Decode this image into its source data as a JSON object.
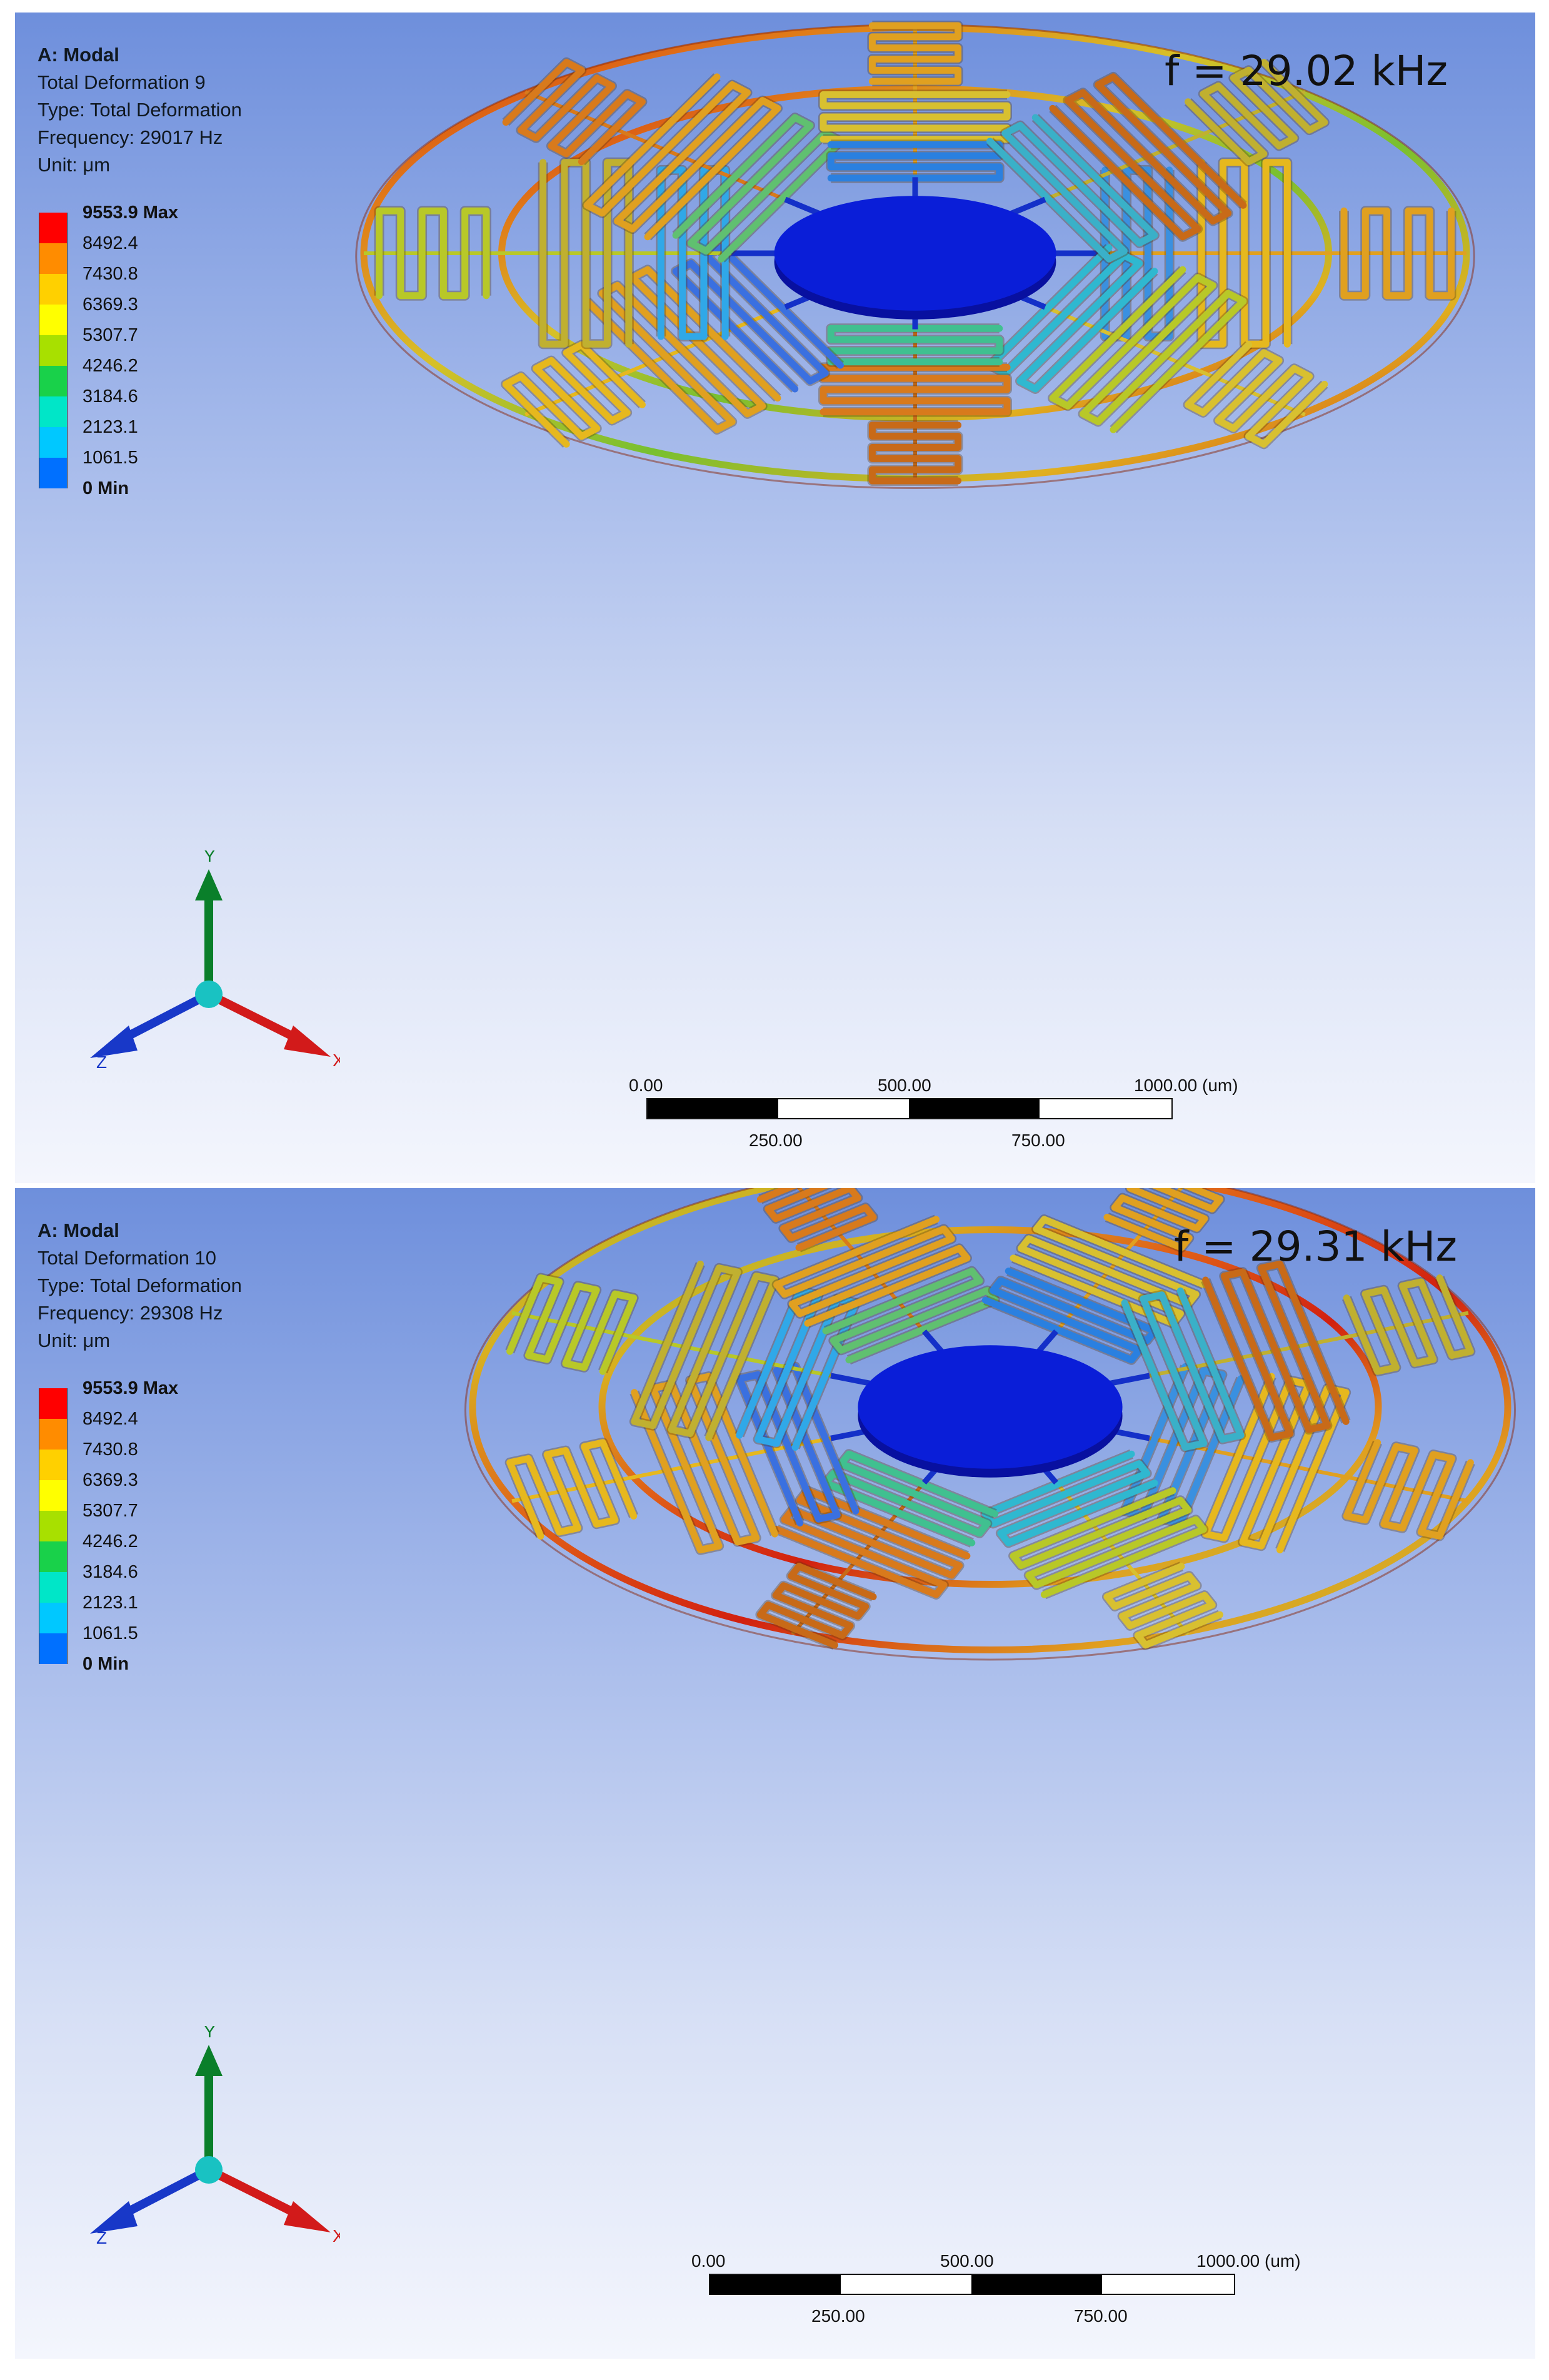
{
  "panels": [
    {
      "id": "mode-9",
      "header": {
        "title": "A: Modal",
        "result": "Total Deformation 9",
        "type": "Type: Total Deformation",
        "frequency": "Frequency: 29017 Hz",
        "unit": "Unit: μm"
      },
      "frequency_label": "f = 29.02 kHz"
    },
    {
      "id": "mode-10",
      "header": {
        "title": "A: Modal",
        "result": "Total Deformation 10",
        "type": "Type: Total Deformation",
        "frequency": "Frequency: 29308 Hz",
        "unit": "Unit: μm"
      },
      "frequency_label": "f = 29.31 kHz"
    }
  ],
  "legend": {
    "labels": [
      "9553.9 Max",
      "8492.4",
      "7430.8",
      "6369.3",
      "5307.7",
      "4246.2",
      "3184.6",
      "2123.1",
      "1061.5",
      "0 Min"
    ],
    "colors": [
      "#ff0000",
      "#ff8c00",
      "#ffd000",
      "#ffff00",
      "#a8e000",
      "#19d14a",
      "#00e6c8",
      "#00c8ff",
      "#0070ff",
      "#0000ff"
    ]
  },
  "triad": {
    "y": "Y",
    "x": "X",
    "z": "Z",
    "colors": {
      "y": "#0a7f2a",
      "x": "#d21a1a",
      "z": "#1838c8",
      "origin": "#19c2c2"
    }
  },
  "scale_bar": {
    "top_labels": [
      "0.00",
      "500.00",
      "1000.00 (um)"
    ],
    "bottom_labels": [
      "250.00",
      "750.00"
    ]
  },
  "colors": {
    "background_top": "#6e8fdc",
    "background_bottom": "#f4f6fd",
    "hub": "#0a1ed8"
  }
}
